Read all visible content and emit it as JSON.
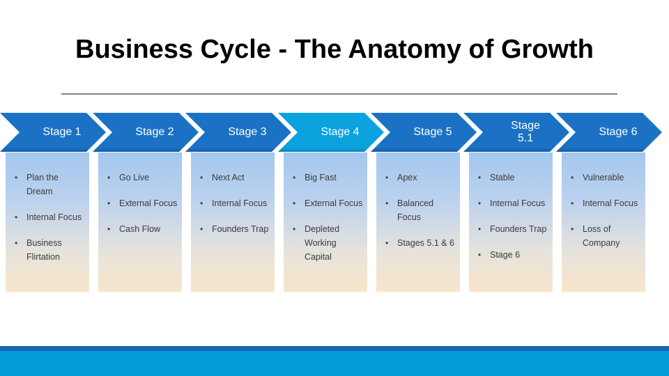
{
  "slide": {
    "title": "Business Cycle - The Anatomy of Growth"
  },
  "ui": {
    "bullet_char": "•"
  },
  "colors": {
    "stage_default": "#1B72C4",
    "stage_default_dark": "#155A9E",
    "stage_highlight": "#0BA2DE",
    "stage_highlight_dark": "#0A83B4",
    "footer_stripe": "#1566B3",
    "footer_bar": "#049BD8",
    "column_gradient_top": "#A2C7EF",
    "column_gradient_bottom": "#F8E5CB",
    "title_color": "#000000",
    "bullet_text_color": "#3A3A3A",
    "stage_label_color": "#FFFFFF"
  },
  "stages": [
    {
      "label": "Stage 1",
      "highlight": false,
      "bullets": [
        "Plan the Dream",
        "Internal Focus",
        "Business Flirtation"
      ]
    },
    {
      "label": "Stage 2",
      "highlight": false,
      "bullets": [
        "Go Live",
        "External Focus",
        "Cash Flow"
      ]
    },
    {
      "label": "Stage 3",
      "highlight": false,
      "bullets": [
        "Next Act",
        "Internal Focus",
        "Founders Trap"
      ]
    },
    {
      "label": "Stage 4",
      "highlight": true,
      "bullets": [
        "Big Fast",
        "External Focus",
        "Depleted Working Capital"
      ]
    },
    {
      "label": "Stage 5",
      "highlight": false,
      "bullets": [
        "Apex",
        "Balanced Focus",
        "Stages 5.1 & 6"
      ]
    },
    {
      "label": "Stage\n5.1",
      "highlight": false,
      "bullets": [
        "Stable",
        "Internal Focus",
        "Founders Trap",
        "Stage 6"
      ]
    },
    {
      "label": "Stage 6",
      "highlight": false,
      "bullets": [
        "Vulnerable",
        "Internal Focus",
        "Loss of Company"
      ]
    }
  ]
}
